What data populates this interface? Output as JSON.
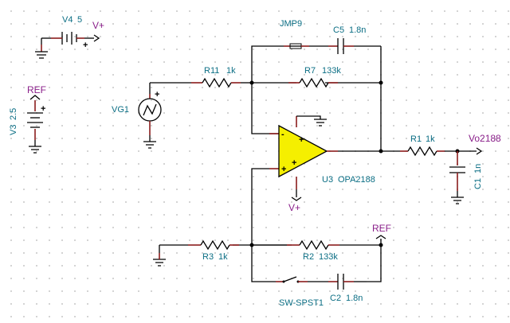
{
  "components": {
    "v4": {
      "name": "V4",
      "value": "5"
    },
    "v3": {
      "name": "V3",
      "value": "2.5"
    },
    "vg1": {
      "name": "VG1"
    },
    "jmp9": {
      "name": "JMP9"
    },
    "c5": {
      "name": "C5",
      "value": "1.8n"
    },
    "r7": {
      "name": "R7",
      "value": "133k"
    },
    "r11": {
      "name": "R11",
      "value": "1k"
    },
    "u3": {
      "name": "U3",
      "value": "OPA2188"
    },
    "r1": {
      "name": "R1",
      "value": "1k"
    },
    "c1": {
      "name": "C1",
      "value": "1n"
    },
    "r3": {
      "name": "R3",
      "value": "1k"
    },
    "r2": {
      "name": "R2",
      "value": "133k"
    },
    "sw": {
      "name": "SW-SPST1"
    },
    "c2": {
      "name": "C2",
      "value": "1.8n"
    }
  },
  "nets": {
    "vplus": "V+",
    "ref": "REF",
    "out": "Vo2188"
  },
  "symbols": {
    "plus": "+",
    "minus": "-"
  },
  "colors": {
    "wire": "#000000",
    "pin": "#8b1c1c",
    "label": "#0b6e84",
    "net_label": "#8a1f8a",
    "opamp_fill": "#f5ef00"
  }
}
